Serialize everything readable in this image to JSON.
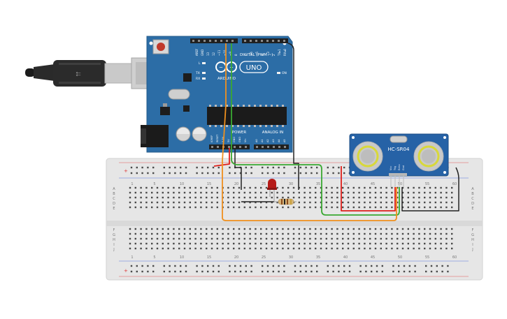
{
  "arduino": {
    "brand": "ARDUINO",
    "model": "UNO",
    "digital_label": "DIGITAL (PWM ~)",
    "power_label": "POWER",
    "analog_label": "ANALOG IN",
    "led_l": "L",
    "led_tx": "TX",
    "led_rx": "RX",
    "on_label": "ON",
    "top_pins": [
      "AREF",
      "GND",
      "13",
      "12",
      "~11",
      "~10",
      "~9",
      "8",
      "7",
      "~6",
      "~5",
      "4",
      "~3",
      "2",
      "TX▸1",
      "RX◂0"
    ],
    "power_pins": [
      "IOREF",
      "RESET",
      "3.3V",
      "5V",
      "GND",
      "GND",
      "Vin"
    ],
    "analog_pins": [
      "A0",
      "A1",
      "A2",
      "A3",
      "A4",
      "A5"
    ]
  },
  "sensor": {
    "label": "HC-SR04",
    "pins": [
      "Vcc",
      "Trig",
      "Echo",
      "Gnd"
    ]
  },
  "breadboard": {
    "column_numbers": [
      "1",
      "5",
      "10",
      "15",
      "20",
      "25",
      "30",
      "35",
      "40",
      "45",
      "50",
      "55",
      "60"
    ],
    "row_letters_top": [
      "A",
      "B",
      "C",
      "D",
      "E"
    ],
    "row_letters_bottom": [
      "F",
      "G",
      "H",
      "I",
      "J"
    ],
    "rail_plus": "+",
    "rail_minus": "-"
  },
  "colors": {
    "board": "#2c6da6",
    "wire_red": "#e0201b",
    "wire_green": "#3aa832",
    "wire_orange": "#f0901e",
    "wire_black": "#222222",
    "breadboard": "#e7e7e7"
  }
}
